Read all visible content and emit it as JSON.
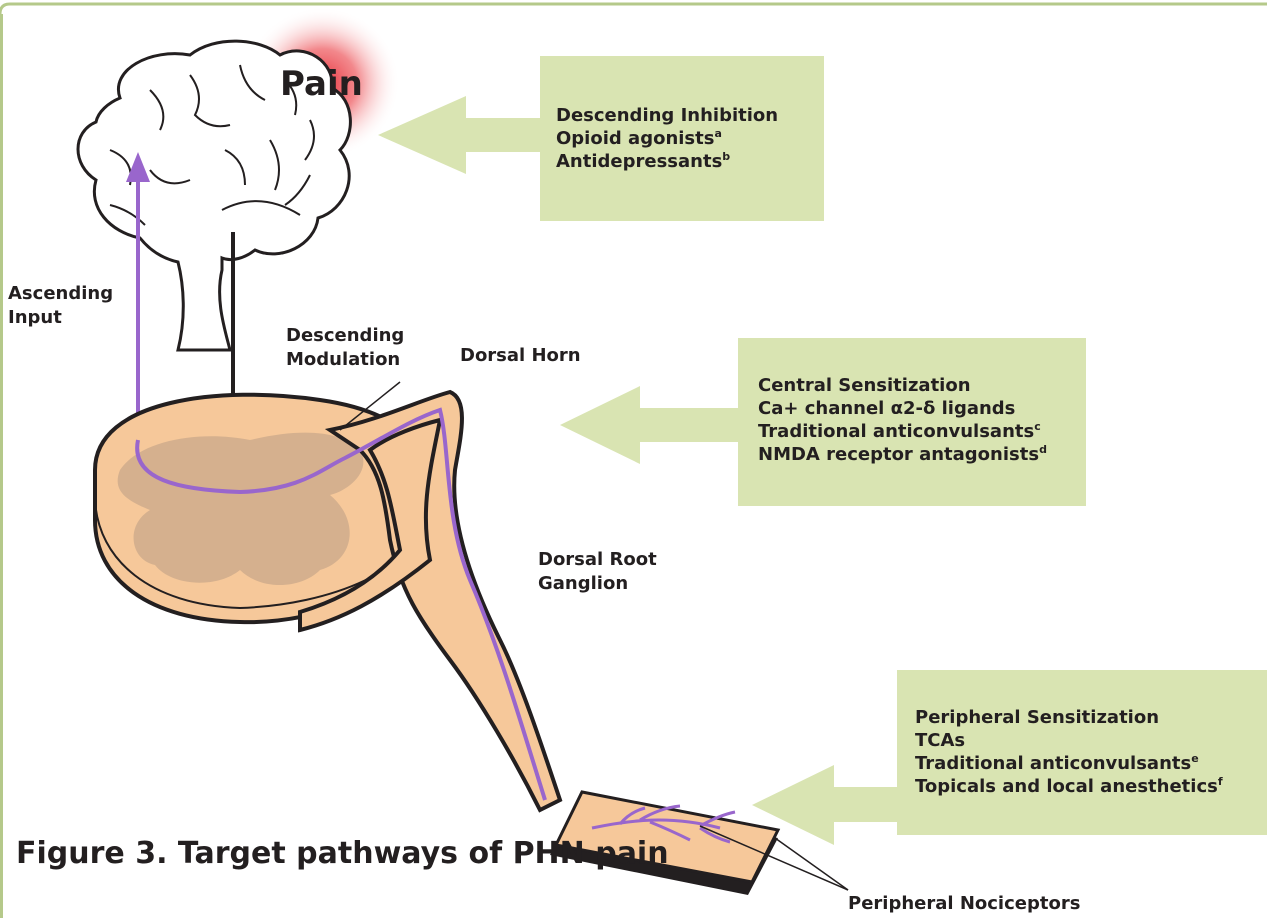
{
  "pain": "Pain",
  "labels": {
    "ascending": [
      "Ascending",
      "Input"
    ],
    "descending_modulation": [
      "Descending",
      "Modulation"
    ],
    "dorsal_horn": "Dorsal Horn",
    "dorsal_root_ganglion": [
      "Dorsal Root",
      "Ganglion"
    ],
    "peripheral_nociceptors": "Peripheral Nociceptors"
  },
  "boxes": {
    "descending": {
      "lines": [
        {
          "text": "Descending Inhibition",
          "sup": ""
        },
        {
          "text": "Opioid agonists",
          "sup": "a"
        },
        {
          "text": "Antidepressants",
          "sup": "b"
        }
      ]
    },
    "central": {
      "lines": [
        {
          "text": "Central Sensitization",
          "sup": ""
        },
        {
          "text": "Ca+ channel α2-δ ligands",
          "sup": ""
        },
        {
          "text": "Traditional anticonvulsants",
          "sup": "c"
        },
        {
          "text": "NMDA receptor antagonists",
          "sup": "d"
        }
      ]
    },
    "peripheral": {
      "lines": [
        {
          "text": "Peripheral Sensitization",
          "sup": ""
        },
        {
          "text": "TCAs",
          "sup": ""
        },
        {
          "text": "Traditional anticonvulsants",
          "sup": "e"
        },
        {
          "text": "Topicals and local anesthetics",
          "sup": "f"
        }
      ]
    }
  },
  "caption": "Figure 3. Target pathways of PHN pain",
  "colors": {
    "frame": "#b5c98a",
    "box_fill": "#d9e4b2",
    "arrow_fill": "#d9e4b2",
    "tissue": "#f6c89a",
    "grey_matter": "#c9a889",
    "nerve": "#9966cc",
    "pain_glow": "#e8323c"
  }
}
